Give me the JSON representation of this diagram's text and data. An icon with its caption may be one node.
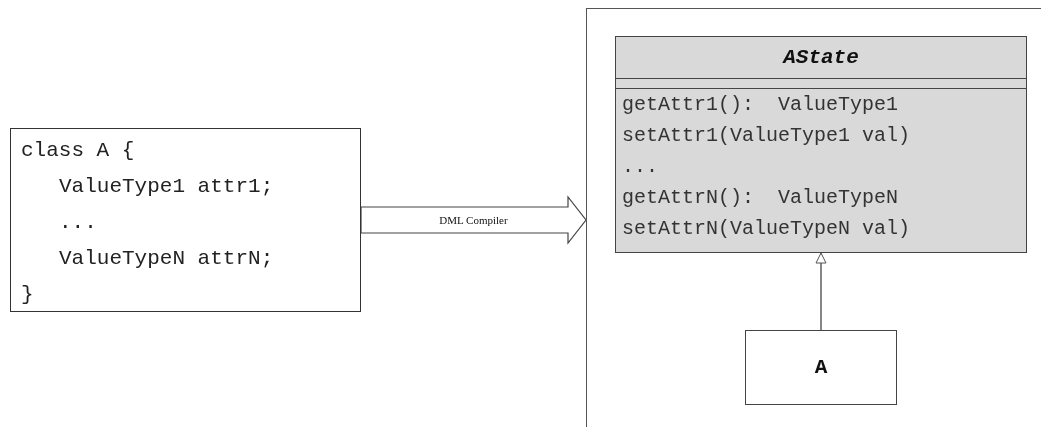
{
  "diagram": {
    "nodes": [
      {
        "text": [
          "class A {",
          "ValueType1 attr1;",
          "...",
          "ValueTypeN attrN;",
          "}"
        ]
      },
      {
        "text": [],
        "shape": "box"
      },
      {
        "text": [
          "AState",
          "getAttr1():  ValueType1",
          "setAttr1(ValueType1 val)",
          "...",
          "getAttrN():  ValueTypeN",
          "setAttrN(ValueTypeN val)"
        ],
        "in": 1
      },
      {
        "text": [
          "A"
        ],
        "in": 1
      }
    ],
    "edges": [
      {
        "from": 0,
        "to": 1,
        "arrow": "to",
        "label": "DML Compiler",
        "style": "thick"
      },
      {
        "from": 3,
        "to": 2,
        "arrow": "to"
      }
    ]
  }
}
